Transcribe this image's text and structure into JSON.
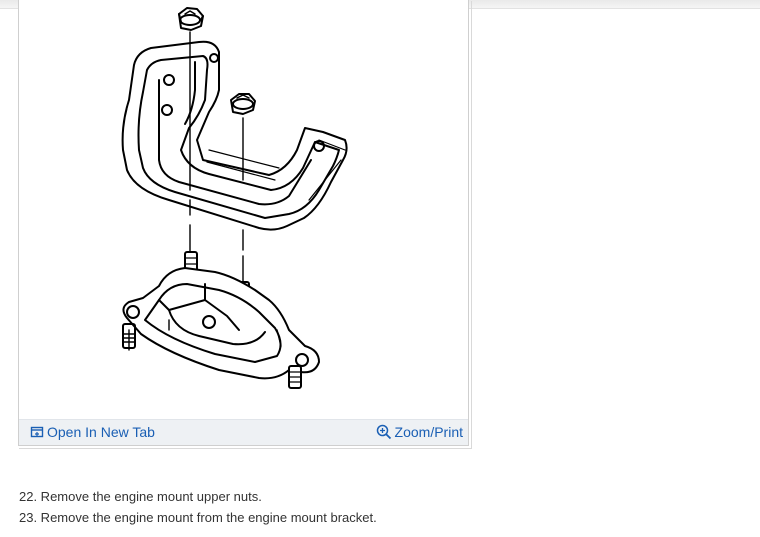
{
  "figure": {
    "open_new_tab_label": "Open In New Tab",
    "zoom_print_label": "Zoom/Print",
    "open_tab_icon": "open-tab-icon",
    "zoom_icon": "zoom-in-icon",
    "link_color": "#1a5fb4"
  },
  "instructions": [
    {
      "text": "22. Remove the engine mount upper nuts."
    },
    {
      "text": "23. Remove the engine mount from the engine mount bracket."
    }
  ]
}
